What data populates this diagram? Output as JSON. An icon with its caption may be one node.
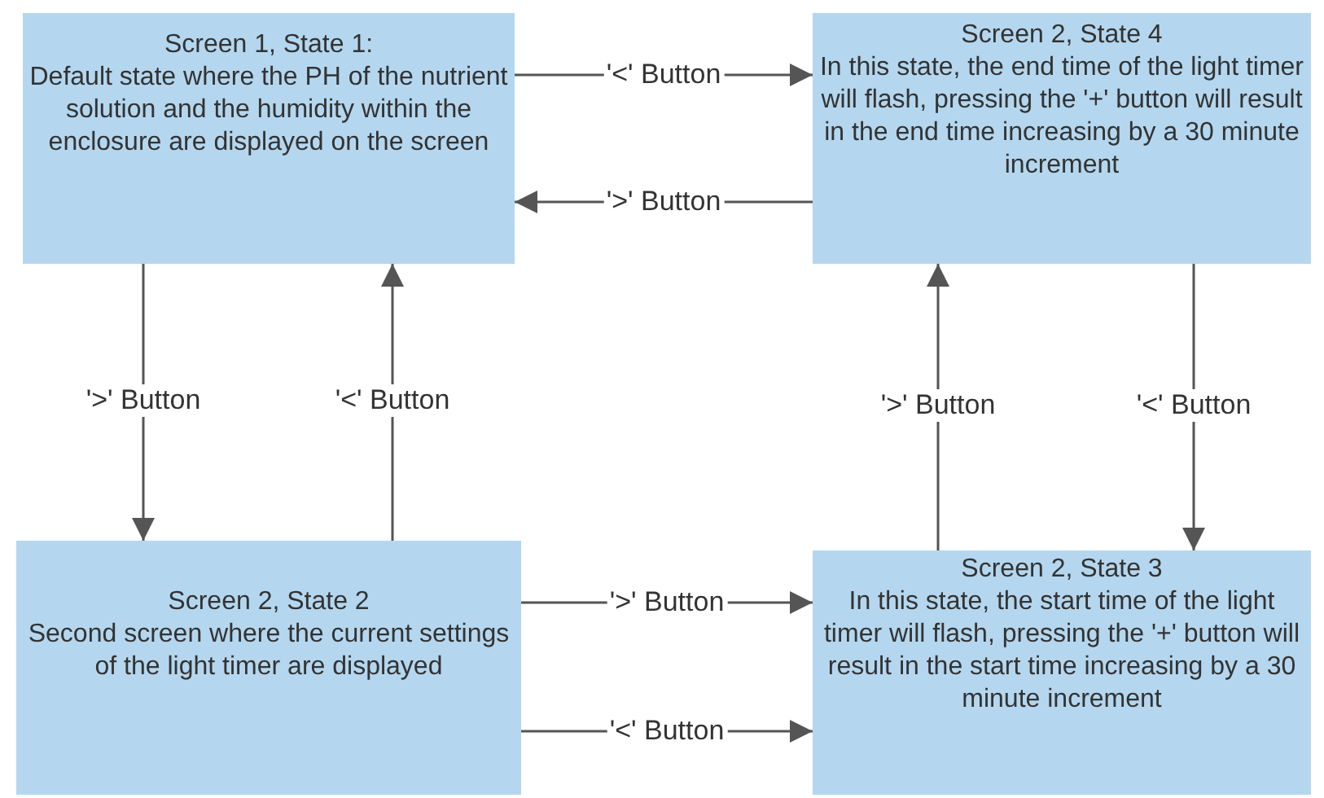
{
  "diagram": {
    "nodes": [
      {
        "text": [
          "Screen 1, State 1:",
          "Default state where the PH of the nutrient solution and the humidity within the enclosure are displayed on the screen"
        ]
      },
      {
        "text": [
          "Screen 2, State 4",
          "In this state, the end time of the light timer will flash, pressing the '+' button will result in the end time increasing by a 30 minute increment"
        ]
      },
      {
        "text": [
          "Screen 2, State 2",
          "Second screen where the current settings of the light timer are displayed"
        ]
      },
      {
        "text": [
          "Screen 2, State 3",
          "In this state, the start time of the light timer will flash, pressing the '+' button will result in the start time increasing by a 30 minute increment"
        ]
      }
    ],
    "edges": [
      {
        "from": 0,
        "to": 1,
        "arrow": "to",
        "label": "'<' Button"
      },
      {
        "from": 1,
        "to": 0,
        "arrow": "to",
        "label": "'>' Button"
      },
      {
        "from": 0,
        "to": 2,
        "arrow": "to",
        "label": "'>' Button"
      },
      {
        "from": 2,
        "to": 0,
        "arrow": "to",
        "label": "'<' Button"
      },
      {
        "from": 3,
        "to": 1,
        "arrow": "to",
        "label": "'>' Button"
      },
      {
        "from": 1,
        "to": 3,
        "arrow": "to",
        "label": "'<' Button"
      },
      {
        "from": 2,
        "to": 3,
        "arrow": "to",
        "label": "'>' Button"
      },
      {
        "from": 2,
        "to": 3,
        "arrow": "to",
        "label": "'<' Button"
      }
    ]
  }
}
